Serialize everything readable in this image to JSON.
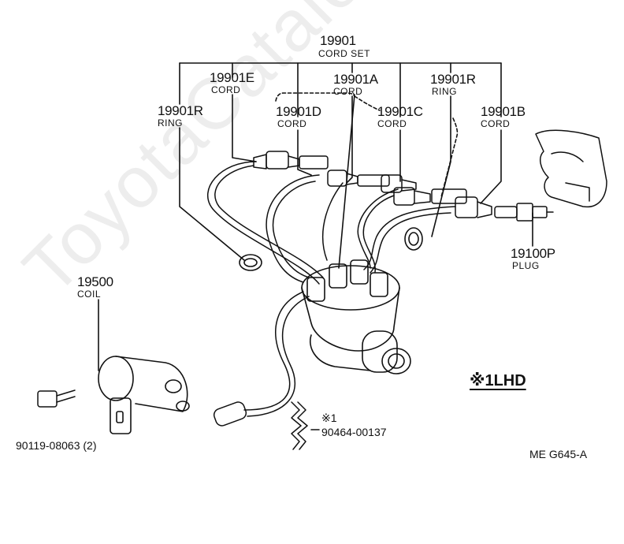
{
  "watermark": "ToyotaCatalogs.ru",
  "labels": {
    "cord_set_num": "19901",
    "cord_set_name": "CORD SET",
    "e_num": "19901E",
    "e_name": "CORD",
    "a_num": "19901A",
    "a_name": "CORD",
    "r_top_num": "19901R",
    "r_top_name": "RING",
    "r_left_num": "19901R",
    "r_left_name": "RING",
    "d_num": "19901D",
    "d_name": "CORD",
    "c_num": "19901C",
    "c_name": "CORD",
    "b_num": "19901B",
    "b_name": "CORD",
    "plug_num": "19100P",
    "plug_name": "PLUG",
    "coil_num": "19500",
    "coil_name": "COIL",
    "bolt_code": "90119-08063 (2)",
    "clip_mark": "※1",
    "clip_code": "90464-00137",
    "lhd_note": "※1LHD",
    "figure_code": "ME  G645-A"
  }
}
